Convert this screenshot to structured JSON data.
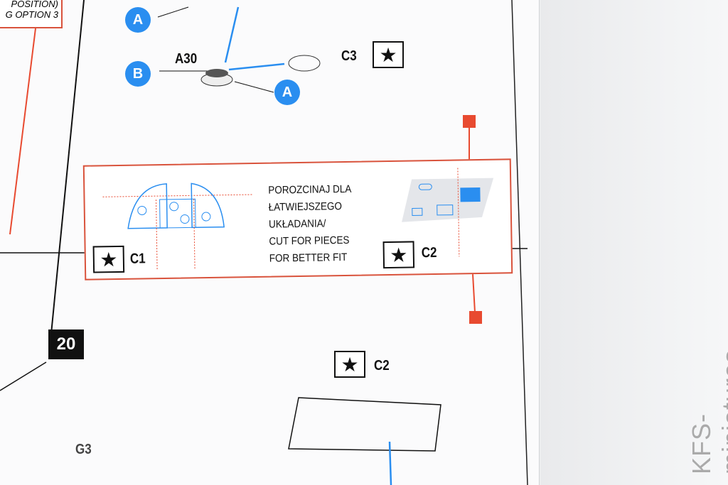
{
  "top_left_box": {
    "line1": "POSITION)",
    "line2": "G OPTION 3"
  },
  "callouts": {
    "a": "A",
    "b": "B"
  },
  "parts": {
    "a30": "A30",
    "c3": "C3",
    "c1": "C1",
    "c2": "C2",
    "c2_lower": "C2",
    "g3": "G3"
  },
  "star_symbol": "★",
  "instruction": {
    "line1": "POROZCINAJ DLA",
    "line2": "ŁATWIEJSZEGO",
    "line3": "UKŁADANIA/",
    "line4": "CUT FOR PIECES",
    "line5": "FOR BETTER FIT"
  },
  "step_number": "20",
  "watermark": "KFS-miniatures",
  "colors": {
    "accent_blue": "#2a8ef0",
    "accent_red": "#e84a30"
  }
}
